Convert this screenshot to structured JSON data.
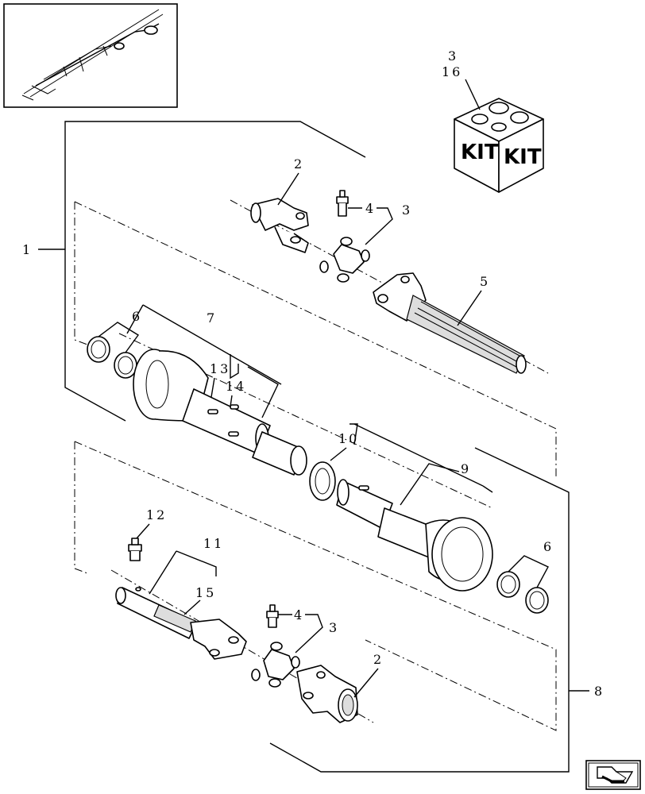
{
  "kit_box": {
    "label_left": "KIT",
    "label_right": "KIT"
  },
  "callouts": {
    "c1": "1",
    "c2_top": "2",
    "c2_bottom": "2",
    "c3_top": "3",
    "c3_bottom": "3",
    "c4_top": "4",
    "c4_bottom": "4",
    "c5": "5",
    "c6_left": "6",
    "c6_right": "6",
    "c7": "7",
    "c8": "8",
    "c9": "9",
    "c10": "10",
    "c11": "11",
    "c12": "12",
    "c13": "13",
    "c14": "14",
    "c15": "15",
    "kit_3": "3",
    "kit_16": "16"
  }
}
